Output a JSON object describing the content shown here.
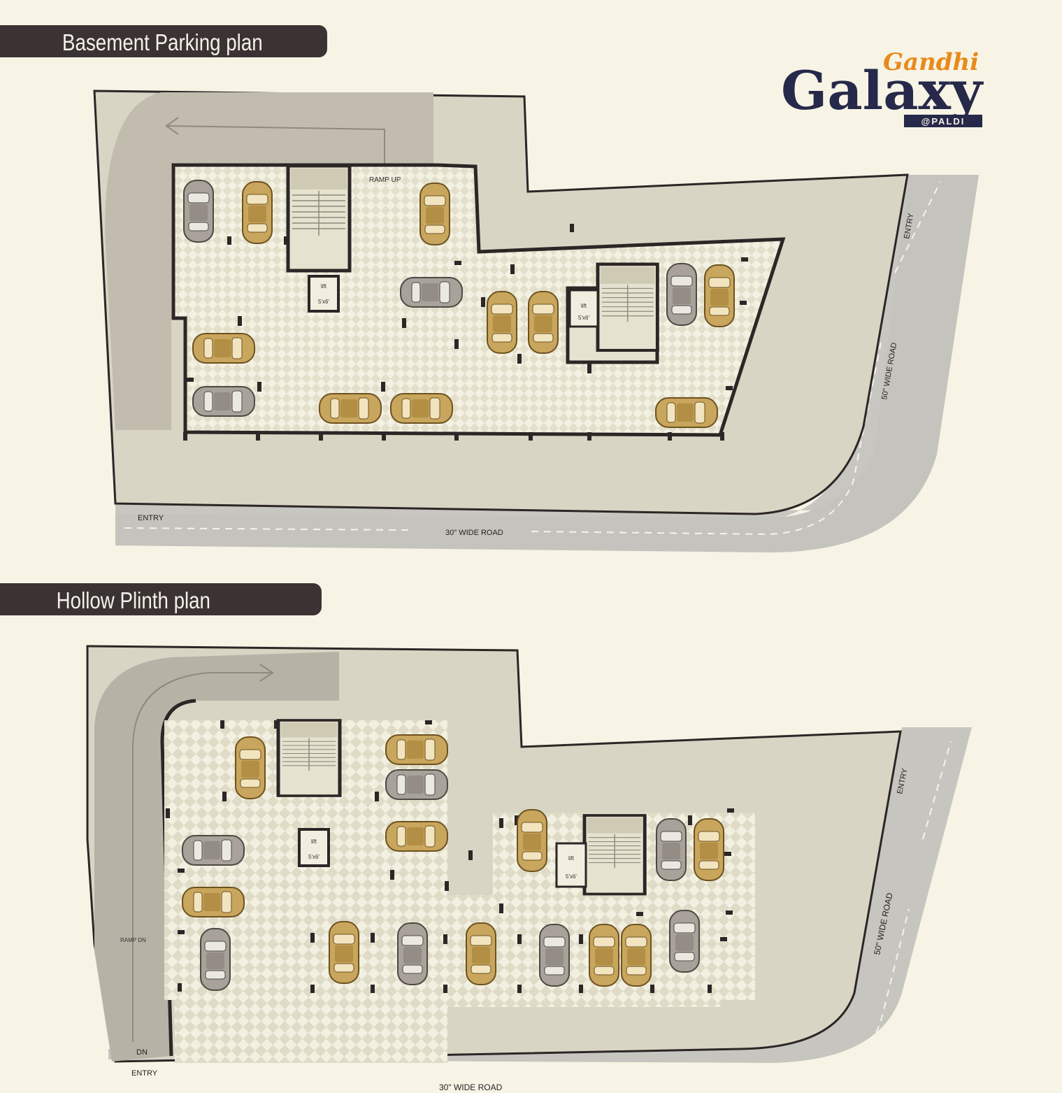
{
  "brand": {
    "name_top": "Gandhi",
    "name_main": "Galaxy",
    "location": "@PALDI",
    "colors": {
      "accent": "#e88a1a",
      "navy": "#27294a"
    }
  },
  "sections": [
    {
      "title": "Basement Parking plan",
      "labels": {
        "ramp": "RAMP UP",
        "entry_bottom": "ENTRY",
        "entry_right": "ENTRY",
        "road_bottom": "30\" WIDE ROAD",
        "road_right": "50\" WIDE ROAD",
        "lift": "lift",
        "lift_size": "5'x6'"
      }
    },
    {
      "title": "Hollow Plinth plan",
      "labels": {
        "ramp": "RAMP DN",
        "dn": "DN",
        "entry_bottom": "ENTRY",
        "entry_right": "ENTRY",
        "road_bottom": "30\" WIDE ROAD",
        "road_right": "50\" WIDE ROAD",
        "lift": "lift",
        "lift_size": "5'x6'"
      }
    }
  ]
}
